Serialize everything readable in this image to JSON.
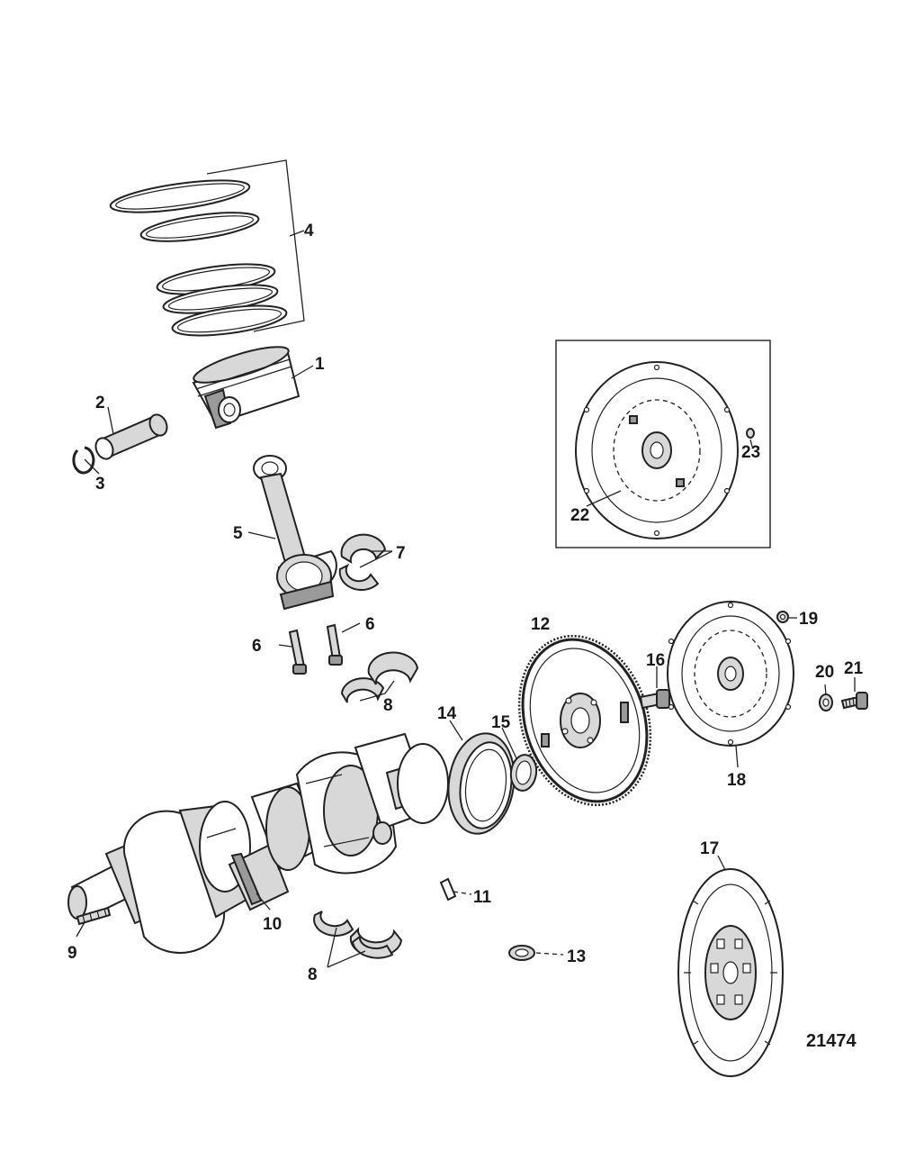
{
  "diagram": {
    "figure_number": "21474",
    "callouts": [
      "1",
      "2",
      "3",
      "4",
      "5",
      "6",
      "6",
      "7",
      "8",
      "8",
      "9",
      "10",
      "11",
      "12",
      "13",
      "14",
      "15",
      "16",
      "17",
      "18",
      "19",
      "20",
      "21",
      "22",
      "23"
    ],
    "colors": {
      "line": "#222222",
      "shade": "#d8d8d8",
      "dark": "#9a9a9a",
      "background": "#ffffff"
    }
  }
}
